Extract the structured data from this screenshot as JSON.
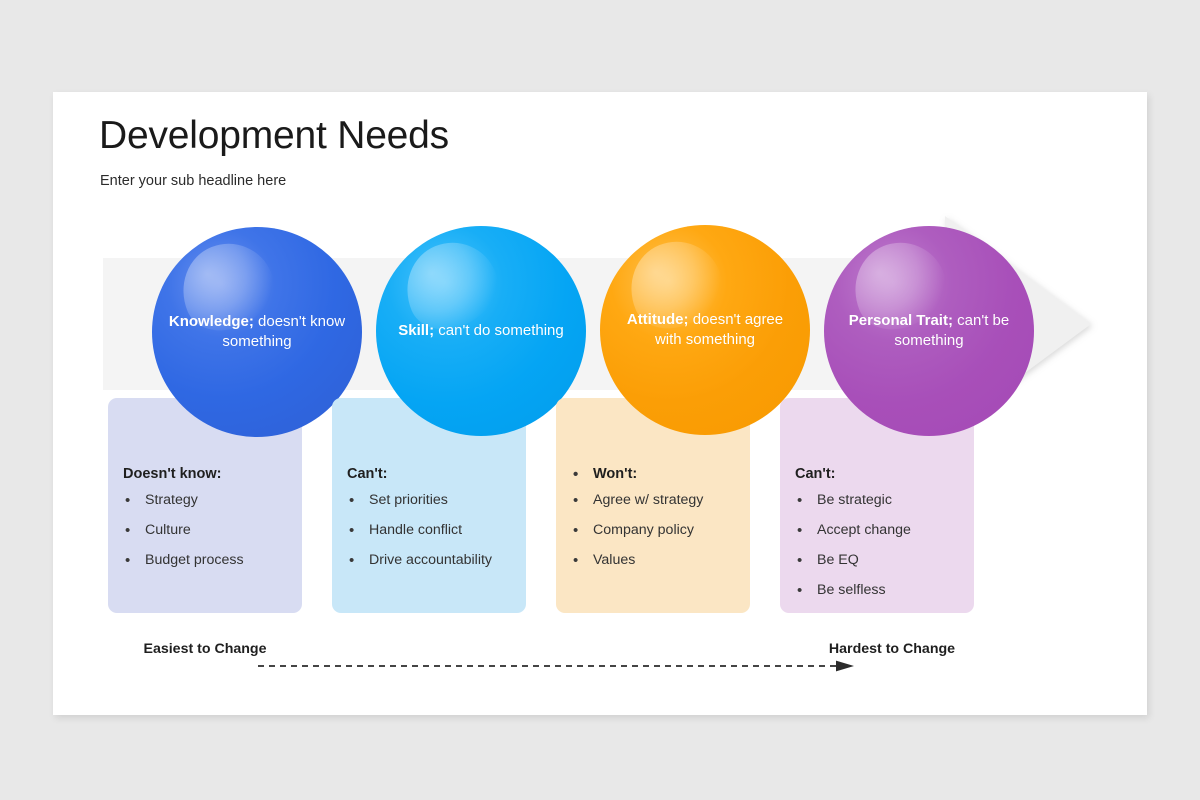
{
  "slide": {
    "title": "Development Needs",
    "subtitle": "Enter your sub headline here"
  },
  "colors": {
    "page_background": "#e8e8e8",
    "slide_background": "#ffffff",
    "band": "#f4f4f4",
    "arrow": "#f0f0f0",
    "knowledge": "#2f68e3",
    "skill": "#05a5f4",
    "attitude": "#fb9e06",
    "personal_trait": "#a84fb9",
    "card_knowledge": "#d8dcf2",
    "card_skill": "#c8e7f8",
    "card_attitude": "#fbe6c4",
    "card_personal_trait": "#ecd9ee"
  },
  "columns": [
    {
      "circle_bold": "Knowledge;",
      "circle_rest": "doesn't know something",
      "card_title": "Doesn't know:",
      "card_title_bulleted": false,
      "items": [
        "Strategy",
        "Culture",
        "Budget process"
      ]
    },
    {
      "circle_bold": "Skill;",
      "circle_rest": "can't do something",
      "card_title": "Can't:",
      "card_title_bulleted": false,
      "items": [
        "Set priorities",
        "Handle conflict",
        "Drive accountability"
      ]
    },
    {
      "circle_bold": "Attitude;",
      "circle_rest": "doesn't agree with something",
      "card_title": "Won't:",
      "card_title_bulleted": true,
      "items": [
        "Agree w/ strategy",
        "Company policy",
        "Values"
      ]
    },
    {
      "circle_bold": "Personal Trait;",
      "circle_rest": "can't be something",
      "card_title": "Can't:",
      "card_title_bulleted": false,
      "items": [
        "Be strategic",
        "Accept change",
        "Be EQ",
        "Be selfless"
      ]
    }
  ],
  "scale": {
    "left_label": "Easiest to Change",
    "right_label": "Hardest to Change",
    "bullet": "•"
  }
}
